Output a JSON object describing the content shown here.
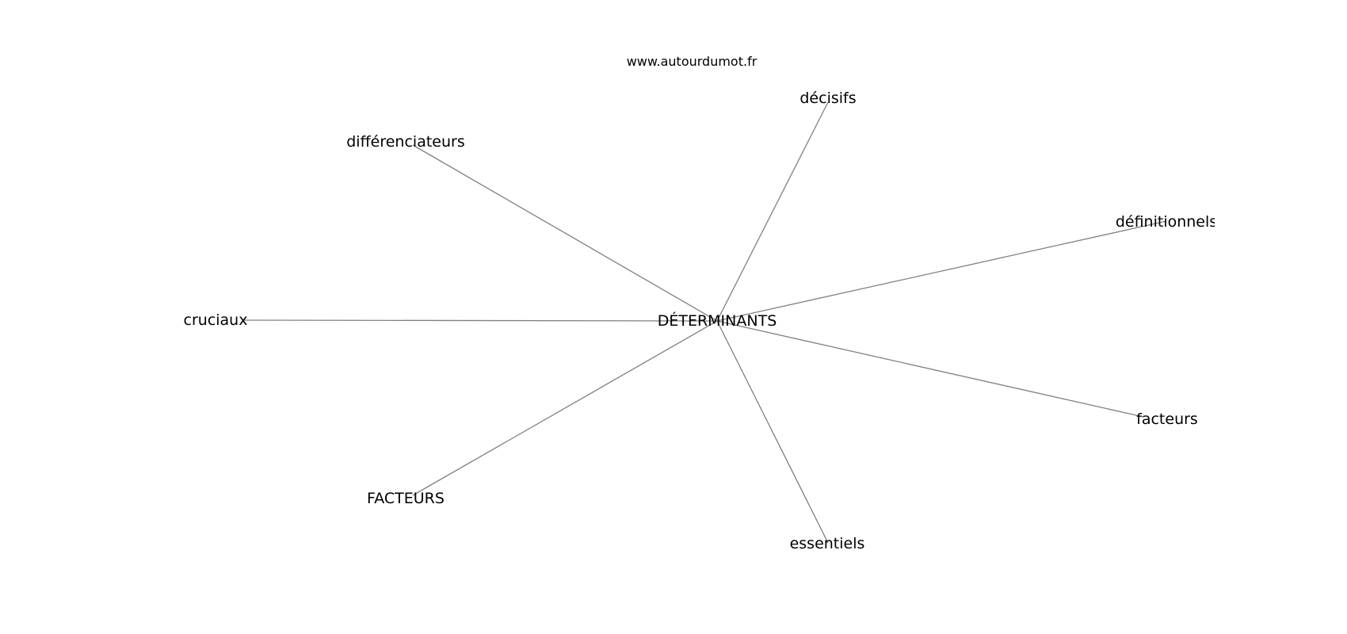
{
  "watermark": "www.autourdumot.fr",
  "graph": {
    "center": {
      "label": "DÉTERMINANTS"
    },
    "neighbors": [
      {
        "id": "decisifs",
        "label": "décisifs"
      },
      {
        "id": "differenciateurs",
        "label": "différenciateurs"
      },
      {
        "id": "definitionnels",
        "label": "définitionnels"
      },
      {
        "id": "cruciaux",
        "label": "cruciaux"
      },
      {
        "id": "facteurs-lower",
        "label": "facteurs"
      },
      {
        "id": "facteurs-upper",
        "label": "FACTEURS"
      },
      {
        "id": "essentiels",
        "label": "essentiels"
      }
    ],
    "edge_color": "#808080"
  }
}
